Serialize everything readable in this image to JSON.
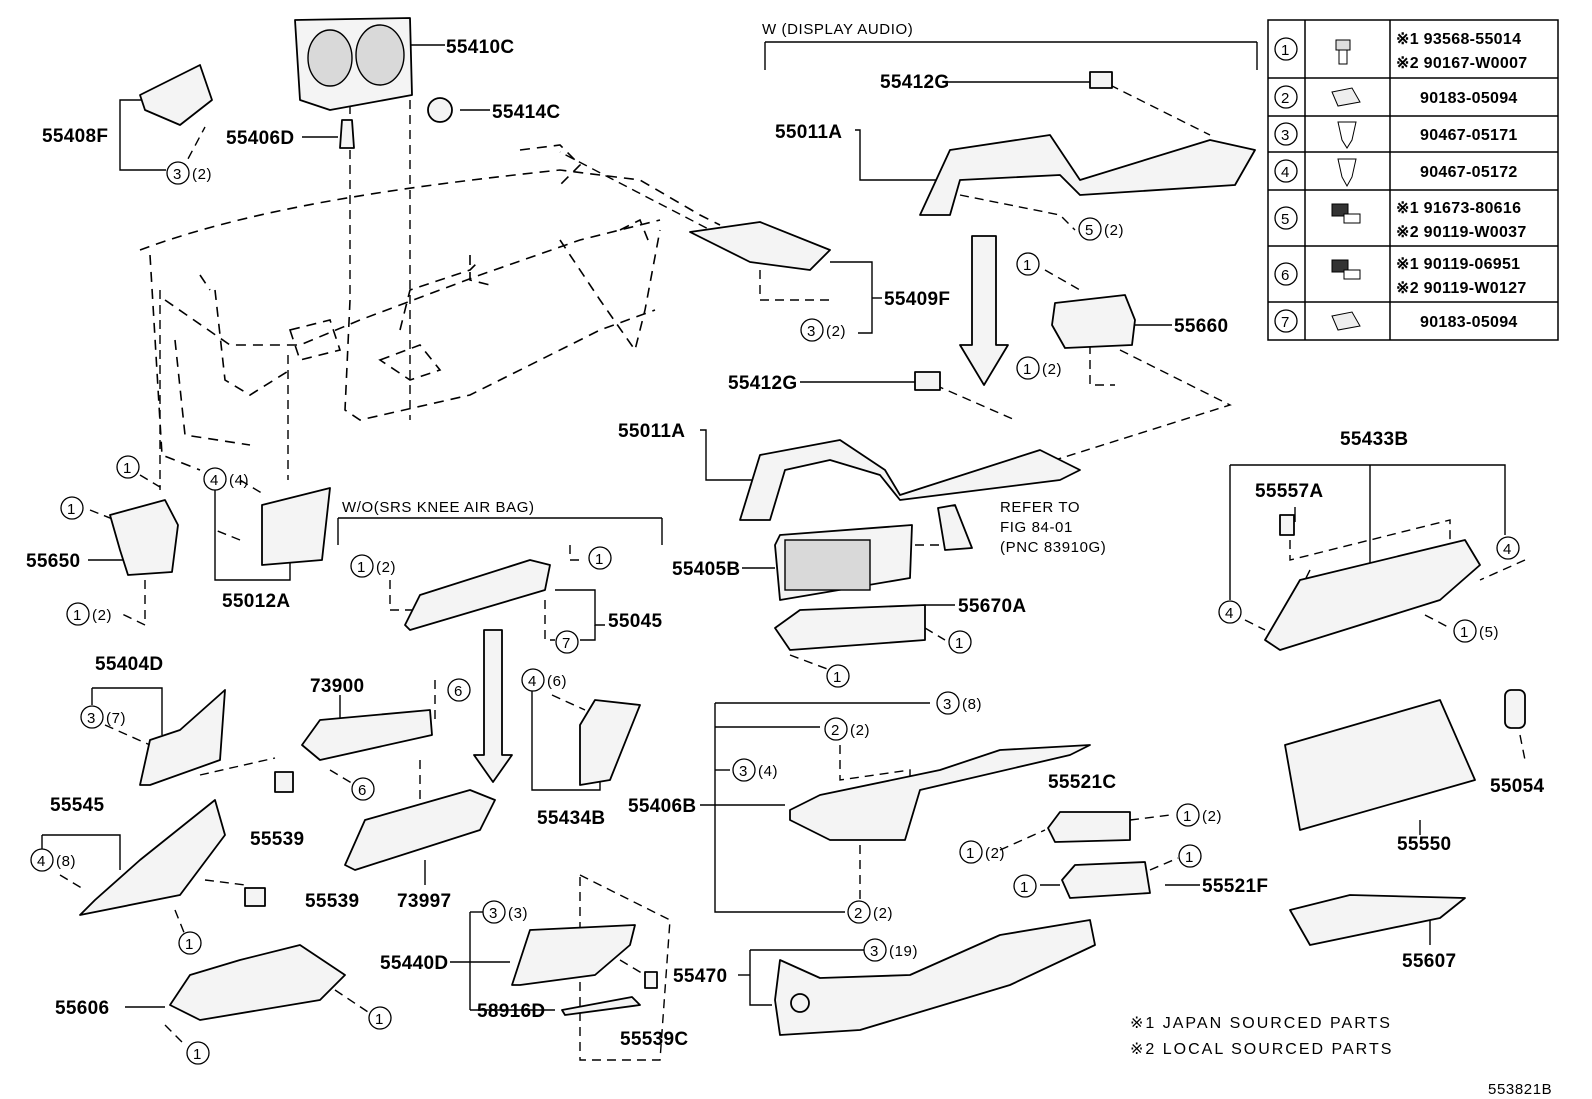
{
  "diagram_id": "553821B",
  "headings": {
    "display_audio": "W (DISPLAY AUDIO)",
    "no_knee_airbag": "W/O(SRS KNEE AIR BAG)"
  },
  "refer_note": [
    "REFER TO",
    "FIG 84-01",
    "(PNC 83910G)"
  ],
  "source_notes": [
    "※1  JAPAN  SOURCED  PARTS",
    "※2  LOCAL  SOURCED  PARTS"
  ],
  "part_numbers": {
    "p55410C": "55410C",
    "p55408F": "55408F",
    "p55406D": "55406D",
    "p55414C": "55414C",
    "p55412G_top": "55412G",
    "p55011A_top": "55011A",
    "p55409F": "55409F",
    "p55660": "55660",
    "p55412G_mid": "55412G",
    "p55011A_mid": "55011A",
    "p55650": "55650",
    "p55012A": "55012A",
    "p55045": "55045",
    "p55405B": "55405B",
    "p55670A": "55670A",
    "p55433B": "55433B",
    "p55557A": "55557A",
    "p55404D": "55404D",
    "p73900": "73900",
    "p55539_a": "55539",
    "p55434B": "55434B",
    "p55545": "55545",
    "p55539_b": "55539",
    "p73997": "73997",
    "p55406B": "55406B",
    "p55521C": "55521C",
    "p55521F": "55521F",
    "p55550": "55550",
    "p55054": "55054",
    "p55440D": "55440D",
    "p58916D": "58916D",
    "p55539C": "55539C",
    "p55470": "55470",
    "p55606": "55606",
    "p55607": "55607"
  },
  "callout_quantities": {
    "q_55408F": "(2)",
    "q_55409F": "(2)",
    "q_55011A_top": "(2)",
    "q_55660": "(2)",
    "q_55012A": "(4)",
    "q_55650": "(2)",
    "q_55045_a": "(2)",
    "q_55433B": "(5)",
    "q_55404D": "(7)",
    "q_55434B": "(6)",
    "q_55545": "(8)",
    "q_55406B_a": "(8)",
    "q_55406B_b": "(2)",
    "q_55406B_c": "(4)",
    "q_55406B_d": "(2)",
    "q_55521C_a": "(2)",
    "q_55521C_b": "(2)",
    "q_55440D": "(3)",
    "q_55470": "(19)"
  },
  "fastener_table": [
    {
      "no": "1",
      "icon": "bolt-icon",
      "numbers": [
        "※1  93568-55014",
        "※2  90167-W0007"
      ]
    },
    {
      "no": "2",
      "icon": "clip-nut-icon",
      "numbers": [
        "90183-05094"
      ]
    },
    {
      "no": "3",
      "icon": "push-clip-icon",
      "numbers": [
        "90467-05171"
      ]
    },
    {
      "no": "4",
      "icon": "push-clip-icon",
      "numbers": [
        "90467-05172"
      ]
    },
    {
      "no": "5",
      "icon": "screw-icon",
      "numbers": [
        "※1  91673-80616",
        "※2  90119-W0037"
      ]
    },
    {
      "no": "6",
      "icon": "screw-icon",
      "numbers": [
        "※1  90119-06951",
        "※2  90119-W0127"
      ]
    },
    {
      "no": "7",
      "icon": "clip-nut-icon",
      "numbers": [
        "90183-05094"
      ]
    }
  ]
}
